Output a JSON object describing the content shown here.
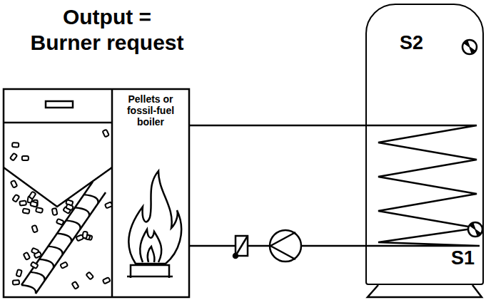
{
  "diagram": {
    "title": "Output = Burner request",
    "nodes": [
      {
        "text": [
          "Pellets or fossil-fuel boiler"
        ]
      },
      {
        "text": [
          "S2",
          "S1"
        ]
      }
    ],
    "edges": [
      {
        "from": 0,
        "to": 1,
        "arrow": "none"
      },
      {
        "from": 1,
        "to": 0,
        "arrow": "none"
      }
    ]
  }
}
